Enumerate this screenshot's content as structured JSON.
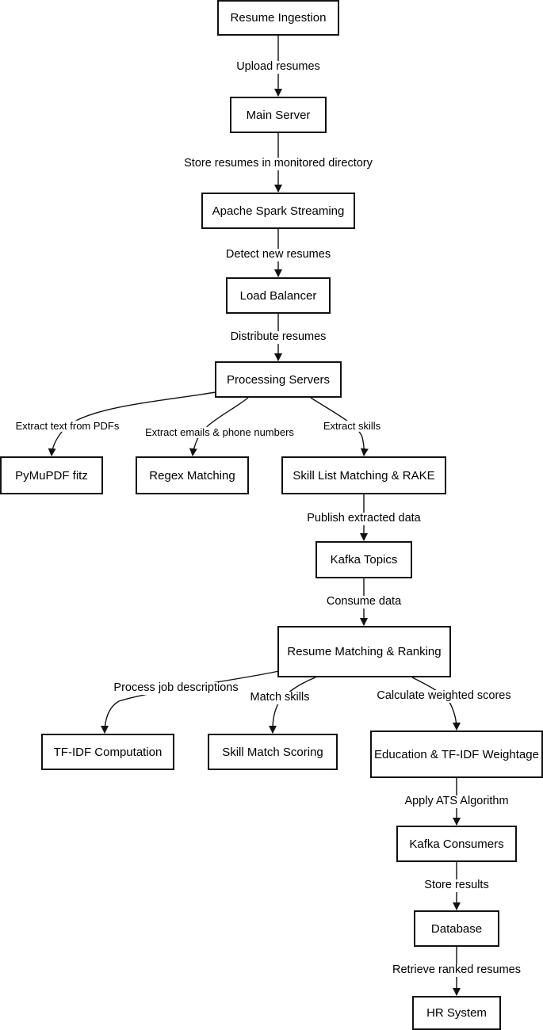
{
  "nodes": {
    "resume_ingestion": "Resume Ingestion",
    "main_server": "Main Server",
    "spark_streaming": "Apache Spark Streaming",
    "load_balancer": "Load Balancer",
    "processing_servers": "Processing Servers",
    "pymupdf": "PyMuPDF fitz",
    "regex": "Regex Matching",
    "skill_list": "Skill List Matching & RAKE",
    "kafka_topics": "Kafka Topics",
    "matching_ranking": "Resume Matching & Ranking",
    "tfidf": "TF-IDF Computation",
    "skill_scoring": "Skill Match Scoring",
    "education_weightage": "Education & TF-IDF Weightage",
    "kafka_consumers": "Kafka Consumers",
    "database": "Database",
    "hr_system": "HR System"
  },
  "edges": {
    "upload": "Upload resumes",
    "store_dir": "Store resumes in monitored directory",
    "detect": "Detect new resumes",
    "distribute": "Distribute resumes",
    "extract_pdf": "Extract text from PDFs",
    "extract_emails": "Extract emails & phone numbers",
    "extract_skills": "Extract skills",
    "publish": "Publish extracted data",
    "consume": "Consume data",
    "process_jd": "Process job descriptions",
    "match_skills": "Match skills",
    "weighted": "Calculate weighted scores",
    "ats": "Apply ATS Algorithm",
    "store_results": "Store results",
    "retrieve": "Retrieve ranked resumes"
  }
}
